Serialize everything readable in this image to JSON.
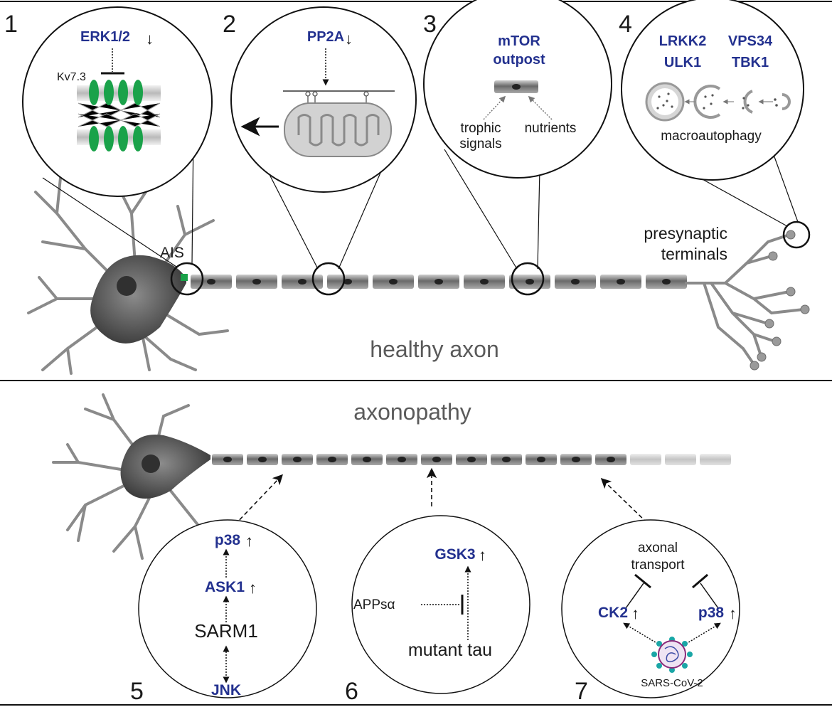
{
  "colors": {
    "accent_blue": "#23318f",
    "channel_green": "#1aa24a",
    "neuron_grey": "#5e5e5e",
    "line": "#111111"
  },
  "top": {
    "title": "healthy axon",
    "ais_label": "AIS",
    "presynaptic_label_line1": "presynaptic",
    "presynaptic_label_line2": "terminals",
    "panel1": {
      "number": "1",
      "protein": "ERK1/2",
      "arrow": "↓",
      "channel": "Kv7.3"
    },
    "panel2": {
      "number": "2",
      "protein": "PP2A",
      "arrow": "↓"
    },
    "panel3": {
      "number": "3",
      "line1": "mTOR",
      "line2": "outpost",
      "left1": "trophic",
      "left2": "signals",
      "right": "nutrients"
    },
    "panel4": {
      "number": "4",
      "p1": "LRKK2",
      "p2": "VPS34",
      "p3": "ULK1",
      "p4": "TBK1",
      "process": "macroautophagy"
    }
  },
  "bottom": {
    "title": "axonopathy",
    "panel5": {
      "number": "5",
      "p38": "p38",
      "ask1": "ASK1",
      "sarm1": "SARM1",
      "jnk": "JNK",
      "up": "↑"
    },
    "panel6": {
      "number": "6",
      "gsk3": "GSK3",
      "up": "↑",
      "apps": "APPsα",
      "tau": "mutant tau"
    },
    "panel7": {
      "number": "7",
      "line1": "axonal",
      "line2": "transport",
      "ck2": "CK2",
      "p38": "p38",
      "up": "↑",
      "virus": "SARS-CoV-2"
    }
  }
}
